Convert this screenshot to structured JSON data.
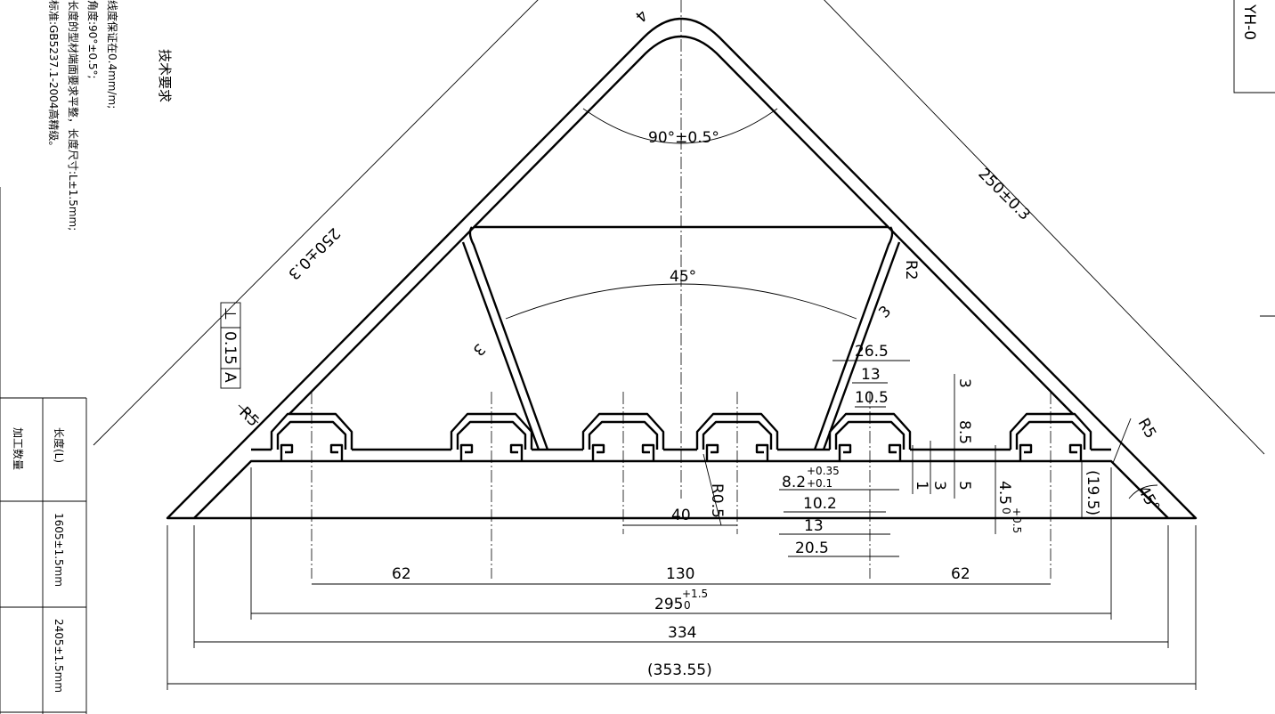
{
  "technical_requirements": {
    "title": "技术要求",
    "lines": [
      "线度保证在0.4mm/m;",
      "角度:90°±0.5°;",
      "长度的型材端面要求平整，长度尺寸:L±1.5mm;",
      "标准:GB5237.1-2004高精级。"
    ]
  },
  "table": {
    "row_header": "加工数量",
    "length_header": "长度(L)",
    "lengths": [
      "1605±1.5mm",
      "2405±1.5mm"
    ]
  },
  "title_block": {
    "code": "YH-0"
  },
  "tolerance_frame": {
    "symbol": "⊥",
    "value": "0.15",
    "datum": "A"
  },
  "dimensions": {
    "side_left": "250±0.3",
    "side_right": "250±0.3",
    "apex_angle": "90°±0.5°",
    "web_angle": "45°",
    "wall_left": "3",
    "wall_right": "3",
    "web_radius": "R2",
    "apex_small": "4",
    "slot_26_5": "26.5",
    "slot_13_top": "13",
    "slot_10_5": "10.5",
    "slot_3_top": "3",
    "slot_8_5": "8.5",
    "slot_1": "1",
    "slot_3_bottom": "3",
    "slot_5": "5",
    "slot_4_5": "4.5",
    "slot_4_5_tol_upper": "+0.5",
    "slot_4_5_tol_lower": "0",
    "slot_8_2": "8.2",
    "slot_8_2_tol_upper": "+0.35",
    "slot_8_2_tol_lower": "+0.1",
    "slot_10_2": "10.2",
    "slot_13_bottom": "13",
    "slot_20_5": "20.5",
    "fillet_r0_5": "R0.5",
    "pitch_40": "40",
    "left_r5": "R5",
    "right_r5": "R5",
    "height_19_5": "(19.5)",
    "corner_angle": "45°",
    "span_62_left": "62",
    "span_130": "130",
    "span_62_right": "62",
    "width_295": "295",
    "width_295_tol_upper": "+1.5",
    "width_295_tol_lower": "0",
    "width_334": "334",
    "width_353_55": "(353.55)"
  }
}
